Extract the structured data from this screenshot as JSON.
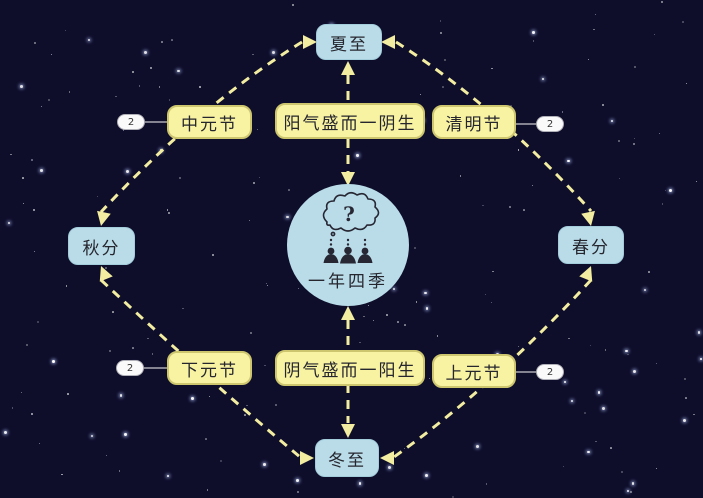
{
  "colors": {
    "background": "#0e0e2b",
    "node_yellow": "#f8f2a3",
    "node_yellow_border": "#cdc66f",
    "node_blue": "#b9dce8",
    "node_blue_border": "#a4cddc",
    "connector": "#f2eda1",
    "text_dark": "#26262e",
    "badge_bg": "#fafafa",
    "badge_border": "#b0b0b8",
    "badge_text": "#333333",
    "icon_dark": "#272733"
  },
  "center": {
    "label": "一年四季",
    "question_mark": "?",
    "icon": "thought-cloud-people-icon"
  },
  "nodes": {
    "summer_solstice": {
      "label": "夏至"
    },
    "zhongyuan_festival": {
      "label": "中元节",
      "badge": "2"
    },
    "yang_note": {
      "label": "阳气盛而一阴生"
    },
    "qingming_festival": {
      "label": "清明节",
      "badge": "2"
    },
    "autumn_equinox": {
      "label": "秋分"
    },
    "spring_equinox": {
      "label": "春分"
    },
    "xiayuan_festival": {
      "label": "下元节",
      "badge": "2"
    },
    "yin_note": {
      "label": "阴气盛而一阳生"
    },
    "shangyuan_festival": {
      "label": "上元节",
      "badge": "2"
    },
    "winter_solstice": {
      "label": "冬至"
    }
  }
}
